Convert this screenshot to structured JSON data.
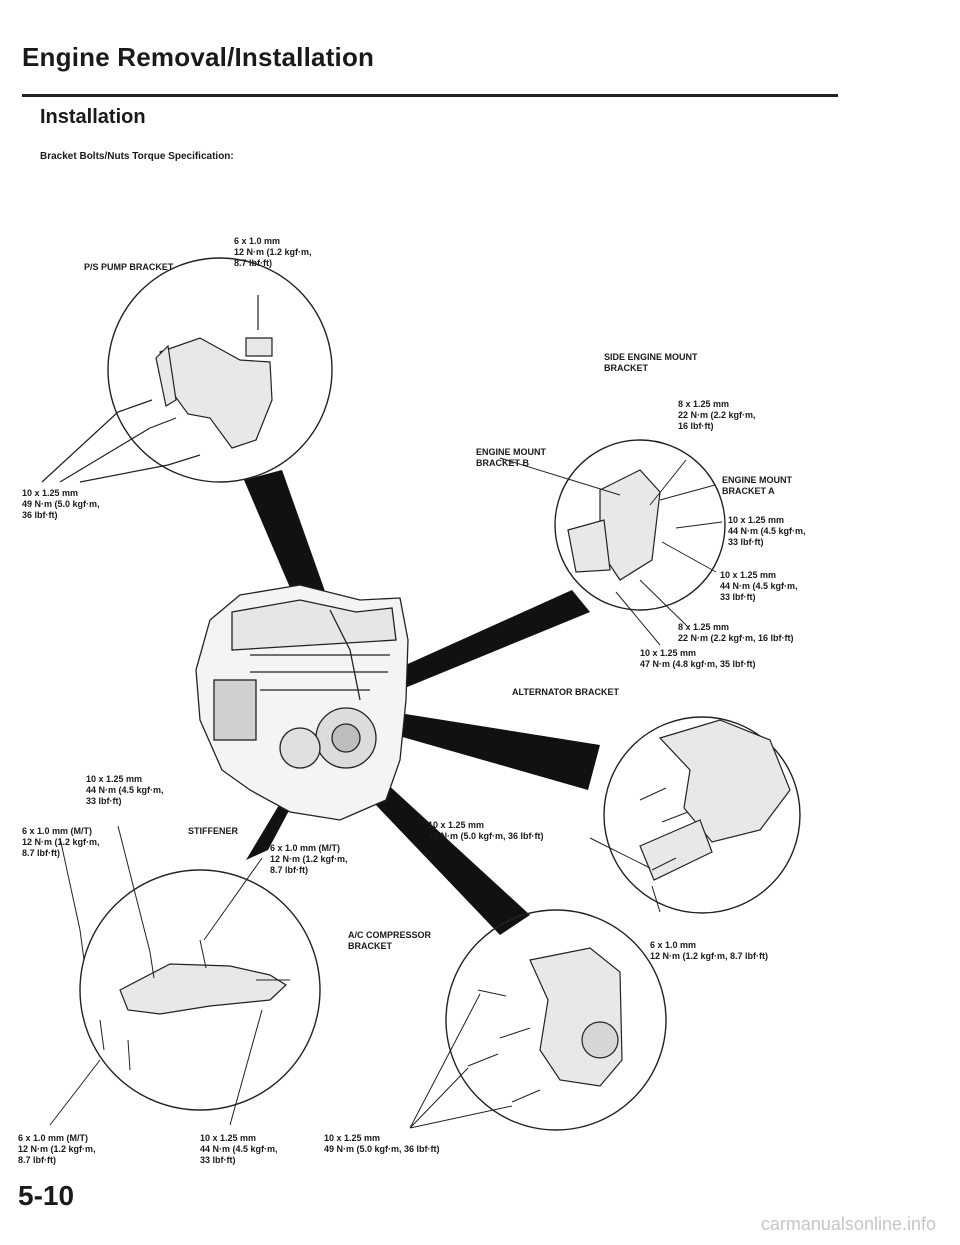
{
  "header": {
    "title": "Engine Removal/Installation",
    "section": "Installation",
    "subheading": "Bracket Bolts/Nuts Torque Specification:"
  },
  "labels": {
    "ps_pump_bracket": "P/S PUMP BRACKET",
    "side_engine_mount_bracket": "SIDE ENGINE MOUNT\nBRACKET",
    "engine_mount_bracket_b": "ENGINE MOUNT\nBRACKET B",
    "engine_mount_bracket_a": "ENGINE MOUNT\nBRACKET A",
    "alternator_bracket": "ALTERNATOR BRACKET",
    "stiffener": "STIFFENER",
    "ac_compressor_bracket": "A/C COMPRESSOR\nBRACKET"
  },
  "specs": {
    "ps_top": "6 x 1.0 mm\n12 N·m (1.2 kgf·m,\n8.7 lbf·ft)",
    "ps_left": "10 x 1.25 mm\n49 N·m (5.0 kgf·m,\n36 lbf·ft)",
    "side_mount_top": "8 x 1.25 mm\n22 N·m (2.2 kgf·m,\n16 lbf·ft)",
    "side_mount_mid1": "10 x 1.25 mm\n44 N·m (4.5 kgf·m,\n33 lbf·ft)",
    "side_mount_mid2": "10 x 1.25 mm\n44 N·m (4.5 kgf·m,\n33 lbf·ft)",
    "side_mount_8": "8 x 1.25 mm\n22 N·m (2.2 kgf·m, 16 lbf·ft)",
    "side_mount_10": "10 x 1.25 mm\n47 N·m (4.8 kgf·m, 35 lbf·ft)",
    "alt_left": "10 x 1.25 mm\n49 N·m (5.0 kgf·m, 36 lbf·ft)",
    "alt_bottom": "6 x 1.0 mm\n12 N·m (1.2 kgf·m, 8.7 lbf·ft)",
    "stiff_top": "10 x 1.25 mm\n44 N·m (4.5 kgf·m,\n33 lbf·ft)",
    "stiff_left": "6 x 1.0 mm (M/T)\n12 N·m (1.2 kgf·m,\n8.7 lbf·ft)",
    "stiff_right": "6 x 1.0 mm (M/T)\n12 N·m (1.2 kgf·m,\n8.7 lbf·ft)",
    "stiff_bottom_left": "6 x 1.0 mm (M/T)\n12 N·m (1.2 kgf·m,\n8.7 lbf·ft)",
    "stiff_bottom_mid": "10 x 1.25 mm\n44 N·m (4.5 kgf·m,\n33 lbf·ft)",
    "ac_bottom": "10 x 1.25 mm\n49 N·m (5.0 kgf·m, 36 lbf·ft)"
  },
  "footer": {
    "page_number": "5-10",
    "watermark": "carmanualsonline.info"
  }
}
